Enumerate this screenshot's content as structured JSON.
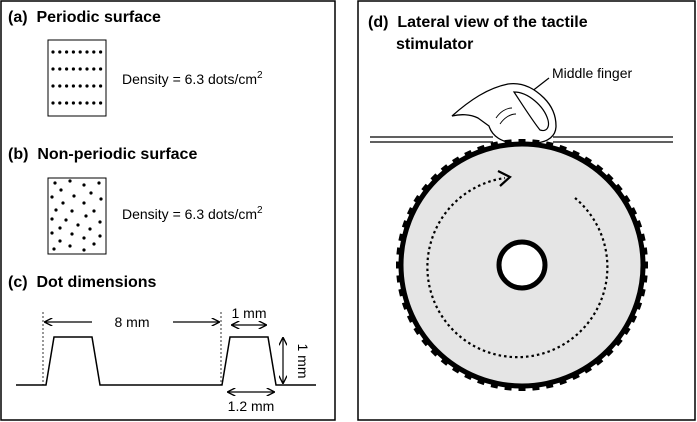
{
  "panel_a": {
    "title": "(a)  Periodic surface",
    "density_text": "Density = 6.3 dots/cm",
    "density_sup": "2"
  },
  "panel_b": {
    "title": "(b)  Non-periodic surface",
    "density_text": "Density = 6.3 dots/cm",
    "density_sup": "2"
  },
  "panel_c": {
    "title": "(c)  Dot dimensions",
    "spacing_label": "8 mm",
    "top_width_label": "1 mm",
    "height_label": "1 mm",
    "base_width_label": "1.2 mm"
  },
  "panel_d": {
    "title_line1": "(d)  Lateral view of the tactile",
    "title_line2": "stimulator",
    "finger_label": "Middle finger"
  },
  "colors": {
    "drum_fill": "#e5e5e5",
    "ink": "#000000",
    "background": "#ffffff"
  }
}
